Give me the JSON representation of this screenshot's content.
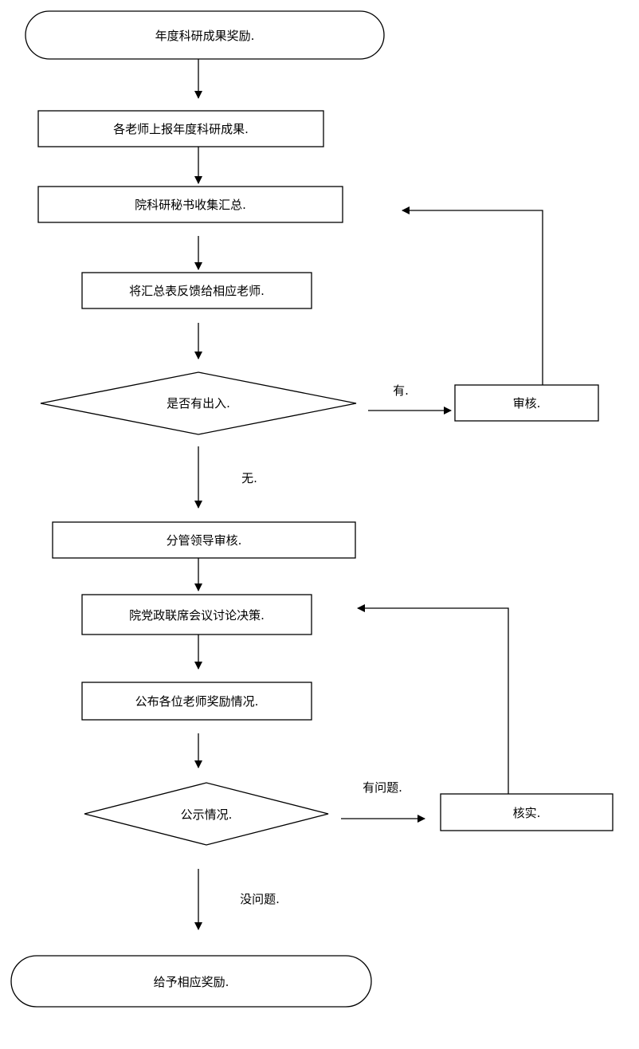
{
  "nodes": {
    "start": "年度科研成果奖励.",
    "report": "各老师上报年度科研成果.",
    "collect": "院科研秘书收集汇总.",
    "feedback": "将汇总表反馈给相应老师.",
    "decision1": "是否有出入.",
    "audit": "审核.",
    "leader_audit": "分管领导审核.",
    "meeting": "院党政联席会议讨论决策.",
    "publish": "公布各位老师奖励情况.",
    "decision2": "公示情况.",
    "verify": "核实.",
    "end": "给予相应奖励."
  },
  "edge_labels": {
    "yes": "有.",
    "no": "无.",
    "problem": "有问题.",
    "no_problem": "没问题."
  },
  "colors": {
    "stroke": "#000000",
    "background": "#ffffff"
  }
}
